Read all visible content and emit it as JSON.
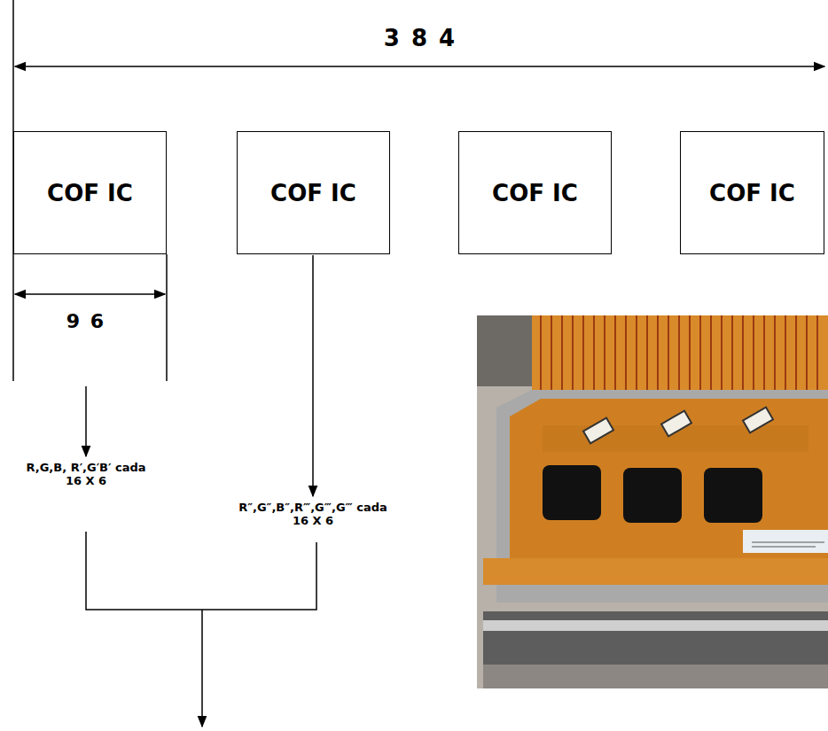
{
  "diagram": {
    "nodes": [
      {
        "text": [
          "COF IC"
        ]
      },
      {
        "text": [
          "COF IC"
        ]
      },
      {
        "text": [
          "COF IC"
        ]
      },
      {
        "text": [
          "COF IC"
        ]
      }
    ],
    "labels": [
      "3 8 4",
      "9 6",
      "R,G,B, R′,G′B′ cada 16 X 6",
      "R″,G″,B″,R‴,G‴,G‴ cada 16 X 6"
    ]
  }
}
